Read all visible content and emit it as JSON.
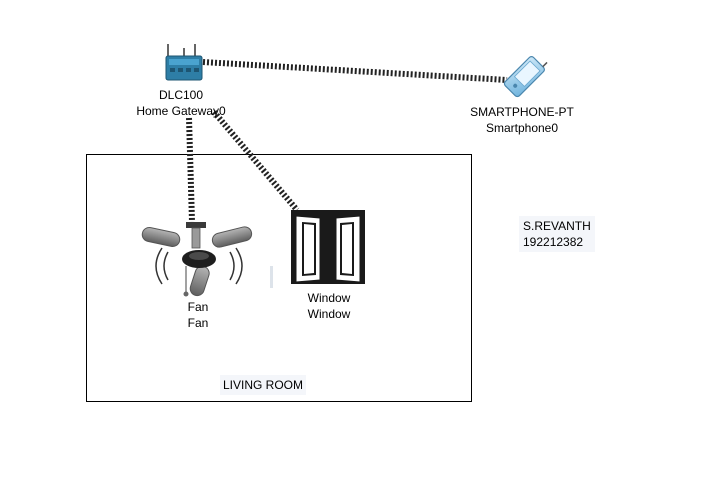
{
  "devices": {
    "gateway": {
      "model": "DLC100",
      "name": "Home Gateway0",
      "icon": "home-gateway-icon"
    },
    "smartphone": {
      "model": "SMARTPHONE-PT",
      "name": "Smartphone0",
      "icon": "smartphone-icon"
    },
    "fan": {
      "model": "Fan",
      "name": "Fan",
      "icon": "ceiling-fan-icon"
    },
    "window": {
      "model": "Window",
      "name": "Window",
      "icon": "window-icon"
    }
  },
  "room": {
    "label": "LIVING ROOM"
  },
  "note": {
    "line1": "S.REVANTH",
    "line2": "192212382"
  },
  "colors": {
    "gateway_body": "#2e7ea6",
    "phone_body": "#8ec9ea",
    "fan_blade": "#8a8a8a",
    "window_frame": "#1a1a1a",
    "link": "#222222"
  }
}
